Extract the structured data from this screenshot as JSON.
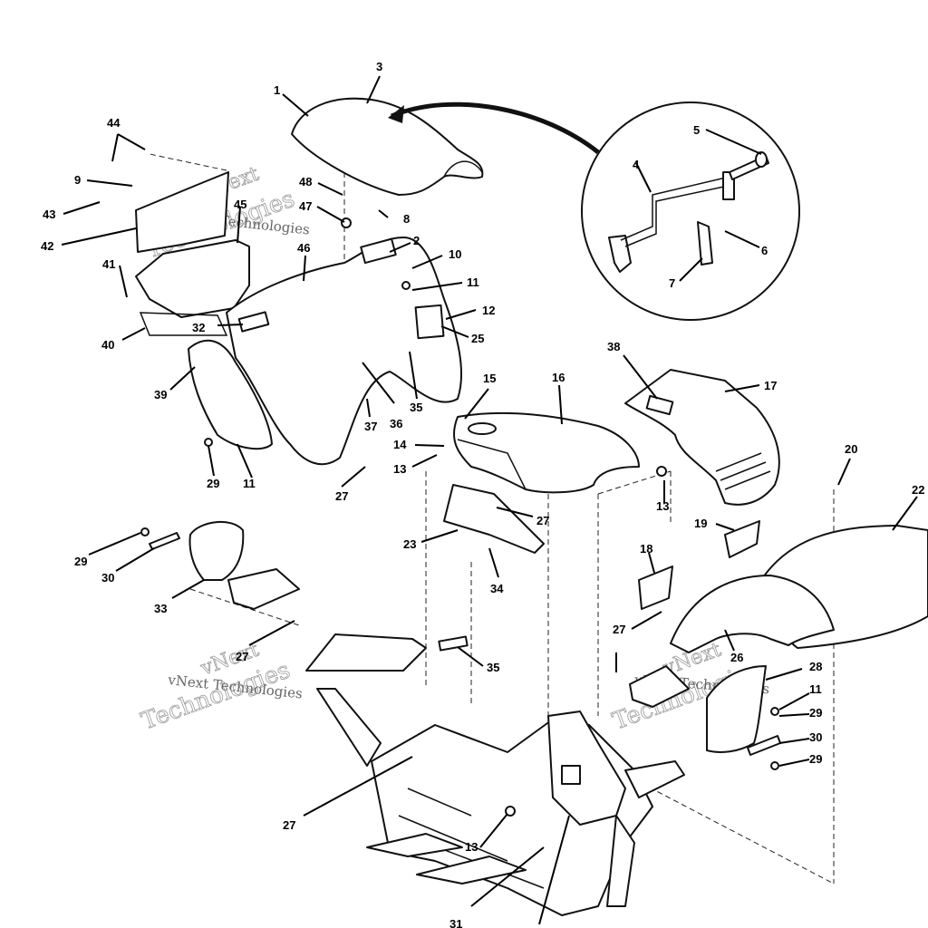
{
  "watermark": {
    "line1": "vNext",
    "line2": "Technologies",
    "small": "vNext Technologies"
  },
  "callouts": [
    {
      "id": "1",
      "label": "1"
    },
    {
      "id": "3",
      "label": "3"
    },
    {
      "id": "44",
      "label": "44"
    },
    {
      "id": "9",
      "label": "9"
    },
    {
      "id": "45",
      "label": "45"
    },
    {
      "id": "43",
      "label": "43"
    },
    {
      "id": "42",
      "label": "42"
    },
    {
      "id": "48",
      "label": "48"
    },
    {
      "id": "47",
      "label": "47"
    },
    {
      "id": "8",
      "label": "8"
    },
    {
      "id": "2",
      "label": "2"
    },
    {
      "id": "10",
      "label": "10"
    },
    {
      "id": "46",
      "label": "46"
    },
    {
      "id": "11a",
      "label": "11"
    },
    {
      "id": "41",
      "label": "41"
    },
    {
      "id": "12",
      "label": "12"
    },
    {
      "id": "32",
      "label": "32"
    },
    {
      "id": "25",
      "label": "25"
    },
    {
      "id": "40",
      "label": "40"
    },
    {
      "id": "39",
      "label": "39"
    },
    {
      "id": "37",
      "label": "37"
    },
    {
      "id": "36",
      "label": "36"
    },
    {
      "id": "35a",
      "label": "35"
    },
    {
      "id": "5",
      "label": "5"
    },
    {
      "id": "4",
      "label": "4"
    },
    {
      "id": "6",
      "label": "6"
    },
    {
      "id": "7",
      "label": "7"
    },
    {
      "id": "38",
      "label": "38"
    },
    {
      "id": "17",
      "label": "17"
    },
    {
      "id": "16",
      "label": "16"
    },
    {
      "id": "15",
      "label": "15"
    },
    {
      "id": "14",
      "label": "14"
    },
    {
      "id": "13a",
      "label": "13"
    },
    {
      "id": "13b",
      "label": "13"
    },
    {
      "id": "27a",
      "label": "27"
    },
    {
      "id": "29a",
      "label": "29"
    },
    {
      "id": "11b",
      "label": "11"
    },
    {
      "id": "27b",
      "label": "27"
    },
    {
      "id": "23",
      "label": "23"
    },
    {
      "id": "34",
      "label": "34"
    },
    {
      "id": "29b",
      "label": "29"
    },
    {
      "id": "30a",
      "label": "30"
    },
    {
      "id": "33",
      "label": "33"
    },
    {
      "id": "27c",
      "label": "27"
    },
    {
      "id": "20",
      "label": "20"
    },
    {
      "id": "22",
      "label": "22"
    },
    {
      "id": "19",
      "label": "19"
    },
    {
      "id": "18",
      "label": "18"
    },
    {
      "id": "27d",
      "label": "27"
    },
    {
      "id": "26",
      "label": "26"
    },
    {
      "id": "28",
      "label": "28"
    },
    {
      "id": "11c",
      "label": "11"
    },
    {
      "id": "29c",
      "label": "29"
    },
    {
      "id": "30b",
      "label": "30"
    },
    {
      "id": "29d",
      "label": "29"
    },
    {
      "id": "35b",
      "label": "35"
    },
    {
      "id": "27e",
      "label": "27"
    },
    {
      "id": "13c",
      "label": "13"
    },
    {
      "id": "31",
      "label": "31"
    }
  ]
}
